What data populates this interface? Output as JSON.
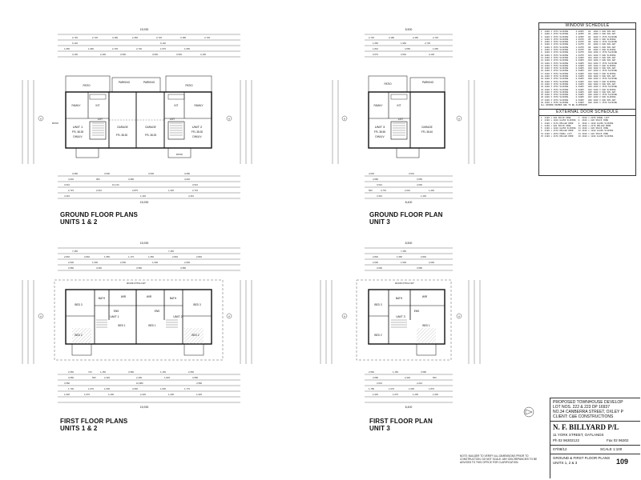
{
  "plans": [
    {
      "id": "gf12",
      "title": "GROUND FLOOR PLANS",
      "subtitle": "UNITS 1 & 2"
    },
    {
      "id": "gf3",
      "title": "GROUND FLOOR PLAN",
      "subtitle": "UNIT 3"
    },
    {
      "id": "ff12",
      "title": "FIRST FLOOR PLANS",
      "subtitle": "UNITS 1 & 2"
    },
    {
      "id": "ff3",
      "title": "FIRST FLOOR PLAN",
      "subtitle": "UNIT 3"
    }
  ],
  "room_labels": {
    "gf12": {
      "patio": "PATIO",
      "parking": "PARKING",
      "family": "FAMILY",
      "kit": "KIT",
      "ldy": "LDY",
      "garage": "GARAGE",
      "unit1": "UNIT 1",
      "unit2": "UNIT 2",
      "ffl1": "FFL 38.35",
      "ffl2": "FFL 38.30",
      "ffl3": "FFL 38.25",
      "dining": "DIN/LIV"
    },
    "gf3": {
      "patio": "PATIO",
      "parking": "PARKING",
      "family": "FAMILY",
      "kit": "KIT",
      "ldy": "LDY",
      "garage": "GARAGE",
      "unit3": "UNIT 3",
      "ffl": "FFL 38.50",
      "ffl2": "FFL 38.40",
      "dining": "DIN/LIV"
    },
    "ff12": {
      "bed1": "BED 1",
      "bed2": "BED 2",
      "bed3": "BED 3",
      "bath": "BATH",
      "wir": "WIR",
      "ens": "ENS",
      "unit1": "UNIT 1",
      "unit2": "UNIT 2",
      "roof": "ROOF PITCH 30°"
    },
    "ff3": {
      "bed1": "BED 1",
      "bed2": "BED 2",
      "bed3": "BED 3",
      "bath": "BATH",
      "wir": "WIR",
      "ens": "ENS",
      "unit3": "UNIT 3",
      "roof": "ROOF PITCH 30°"
    }
  },
  "dimensions": {
    "gf12_top": "15,930",
    "gf12_bottom": "15,930",
    "gf3_top": "8,500",
    "gf3_bottom": "8,400",
    "ff12_top": "15,930",
    "ff12_bottom": "15,930",
    "ff3_top": "8,500",
    "ff3_bottom": "8,400"
  },
  "window_schedule": {
    "title": "WINDOW SCHEDULE",
    "rows": "1  1800 X 1570 SLIDING      2.826M²   W2  1800 X 900 SHV.AWT\n2  1800 X 1570 SLIDING      2.826M²   W3  1800 X 900 SHV.AWT\n3  1800 X 1570 SLIDING      2.826M²   W4  1200 X 1570 SLIDING\n4  1800 X 1570 SLIDING      1.917M²   W5  1200 X 900 SLIDING\n5  1800 X 1570 SLIDING      1.917M²   W6  1200 X 1570 SLIDING\n6  1800 X 1570 SLIDING      1.917M²   W7  1800 X 900 SHV.AWT\n7  1800 X 1570 SLIDING      1.917M²   W8  1800 X 900 SHV.AWT\n8  1800 X 1570 SLIDING      1.917M²   W9  1800 X 900 SLIDING\n9  1800 X 1570 SLIDING      1.917M²   W10 1200 X 1570 SLIDING\n10 1800 X 1570 SLIDING      1.917M²   W11 1200 X 900 SLIDING\n11 1800 X 1570 SLIDING      0.648M²   W12 1800 X 900 SHV.AWT\n12 1800 X 1570 SLIDING      0.648M²   W13 1800 X 900 SHV.AWT\n13 1800 X 1570 SLIDING      0.648M²   W14 1200 X 1570 SLIDING\n14 1800 X 1570 SLIDING      0.648M²   W15 1200 X 900 SLIDING\n15 1800 X 1570 SLIDING      0.648M²   W16 1800 X 900 SHV.AWT\n16 1800 X 1570 SLIDING      0.648M²   W17 1200 X 1570 SLIDING\n17 1800 X 1570 SLIDING      0.648M²   W18 1200 X 900 SLIDING\n18 1800 X 1570 SLIDING      0.648M²   W19 1800 X 900 SHV.AWT\n19 1800 X 1570 SLIDING      0.648M²   W20 1200 X 1570 SLIDING\n20 1800 X 1570 SLIDING      0.648M²   W21 1200 X 900 SLIDING\n21 1800 X 1570 SLIDING      0.648M²   W22 1800 X 900 SHV.AWT\n22 1800 X 1570 SLIDING      0.648M²   W23 1200 X 1570 SLIDING\n23 1800 X 1570 SLIDING      0.648M²   W24 1200 X 900 SLIDING\n24 1800 X 1570 SLIDING      0.648M²   W25 1800 X 900 SHV.AWT\n25 1800 X 1570 SLIDING      0.648M²   W26 1200 X 1570 SLIDING\n26 1800 X 1570 SLIDING      0.648M²   W27 1200 X 900 SLIDING\n27 1800 X 1570 SLIDING      0.648M²   W28 1800 X 900 SHV.AWT\n28 1800 X 1570 SLIDING      0.648M²   W29 1200 X 1570 SLIDING\nALL WINDOW FRAMES ARE TO BE ALUMINIUM"
  },
  "door_schedule": {
    "title": "EXTERNAL DOOR SCHEDULE",
    "rows": "1  2100 x 820 SOLID CORE      7  2100 x 2070 PANEL LIFT\n2  2100 x 1810 GLASS SLIDING  8  2100 x 820 SOLID CORE\n3  2100 x 2170 ROLLER DOOR    9  2100 x 1810 GLASS SLIDING\n4  2100 x 820 SOLID CORE      10 2100 x 2170 ROLLER DOOR\n5  2100 x 1810 GLASS SLIDING  11 2100 x 820 SOLID CORE\n6  2100 x 2170 ROLLER DOOR    12 2100 x 1810 GLASS SLIDING\n13 2100 x 2070 PANEL LIFT     14 2100 x 820 SOLID CORE\n15 2100 x 2170 ROLLER DOOR    16 2100 x 1810 GLASS SLIDING"
  },
  "title_block": {
    "project": "PROPOSED TOWNHOUSE DEVELOP",
    "lot": "LOT NOS. 222 & 223 DP 16937",
    "address": "NO.34 CANBERRA STREET, OXLEY P",
    "client": "CLIENT: C&E CONSTRUCTIONS",
    "firm": "N. F. BILLYARD P/L",
    "firm_address": "11 YORK STREET, OATLANDS",
    "phone": "Ph 02 96302122",
    "fax": "Fax 02 96302",
    "date": "07/08/12",
    "scale": "SCALE 1:100",
    "sheet_title": "GROUND & FIRST FLOOR PLANS",
    "sheet_sub": "UNITS 1, 2 & 3",
    "sheet_no": "109"
  },
  "note": "NOTE: BUILDER TO VERIFY ALL DIMENSIONS PRIOR TO CONSTRUCTION. DO NOT SCALE. ANY DISCREPANCIES TO BE ADVISED TO THIS OFFICE FOR CLARIFICATION."
}
